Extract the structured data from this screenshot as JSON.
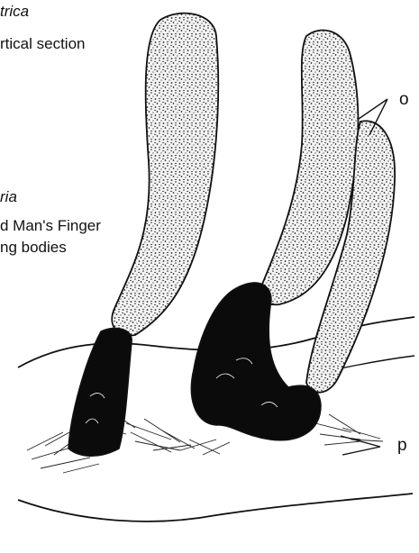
{
  "captions": {
    "top_italic": "trica",
    "top_line": "rtical section",
    "mid_italic": "ria",
    "mid_line1": "d Man's Finger",
    "mid_line2": "ng bodies"
  },
  "labels": {
    "o": "o",
    "p": "p"
  },
  "colors": {
    "ink": "#111111",
    "stipple_fill": "#f4f4f4",
    "stroma": "#0b0b0b"
  }
}
